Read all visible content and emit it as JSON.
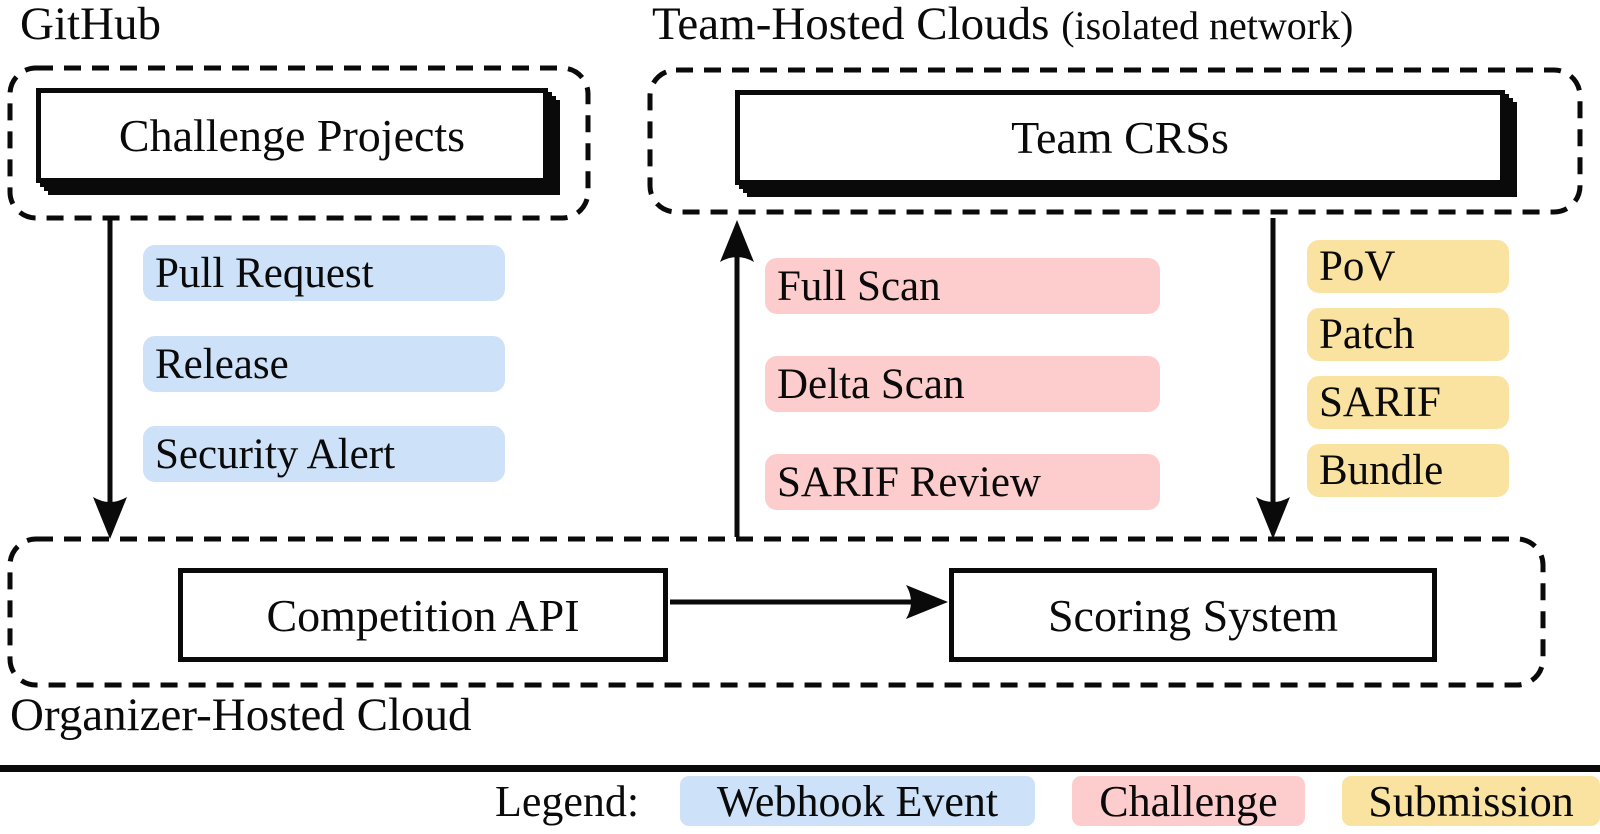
{
  "diagram": {
    "github": {
      "label": "GitHub",
      "box": "Challenge Projects"
    },
    "team": {
      "label": "Team-Hosted Clouds",
      "label_suffix": "(isolated network)",
      "box": "Team CRSs"
    },
    "organizer": {
      "label": "Organizer-Hosted Cloud",
      "api_box": "Competition API",
      "scoring_box": "Scoring System"
    },
    "webhook_events": [
      "Pull Request",
      "Release",
      "Security Alert"
    ],
    "challenges": [
      "Full Scan",
      "Delta Scan",
      "SARIF Review"
    ],
    "submissions": [
      "PoV",
      "Patch",
      "SARIF",
      "Bundle"
    ],
    "legend": {
      "title": "Legend:",
      "webhook": "Webhook Event",
      "challenge": "Challenge",
      "submission": "Submission"
    },
    "colors": {
      "webhook_event": "#cde1f8",
      "challenge": "#fdcccc",
      "submission": "#fae3a0"
    }
  }
}
